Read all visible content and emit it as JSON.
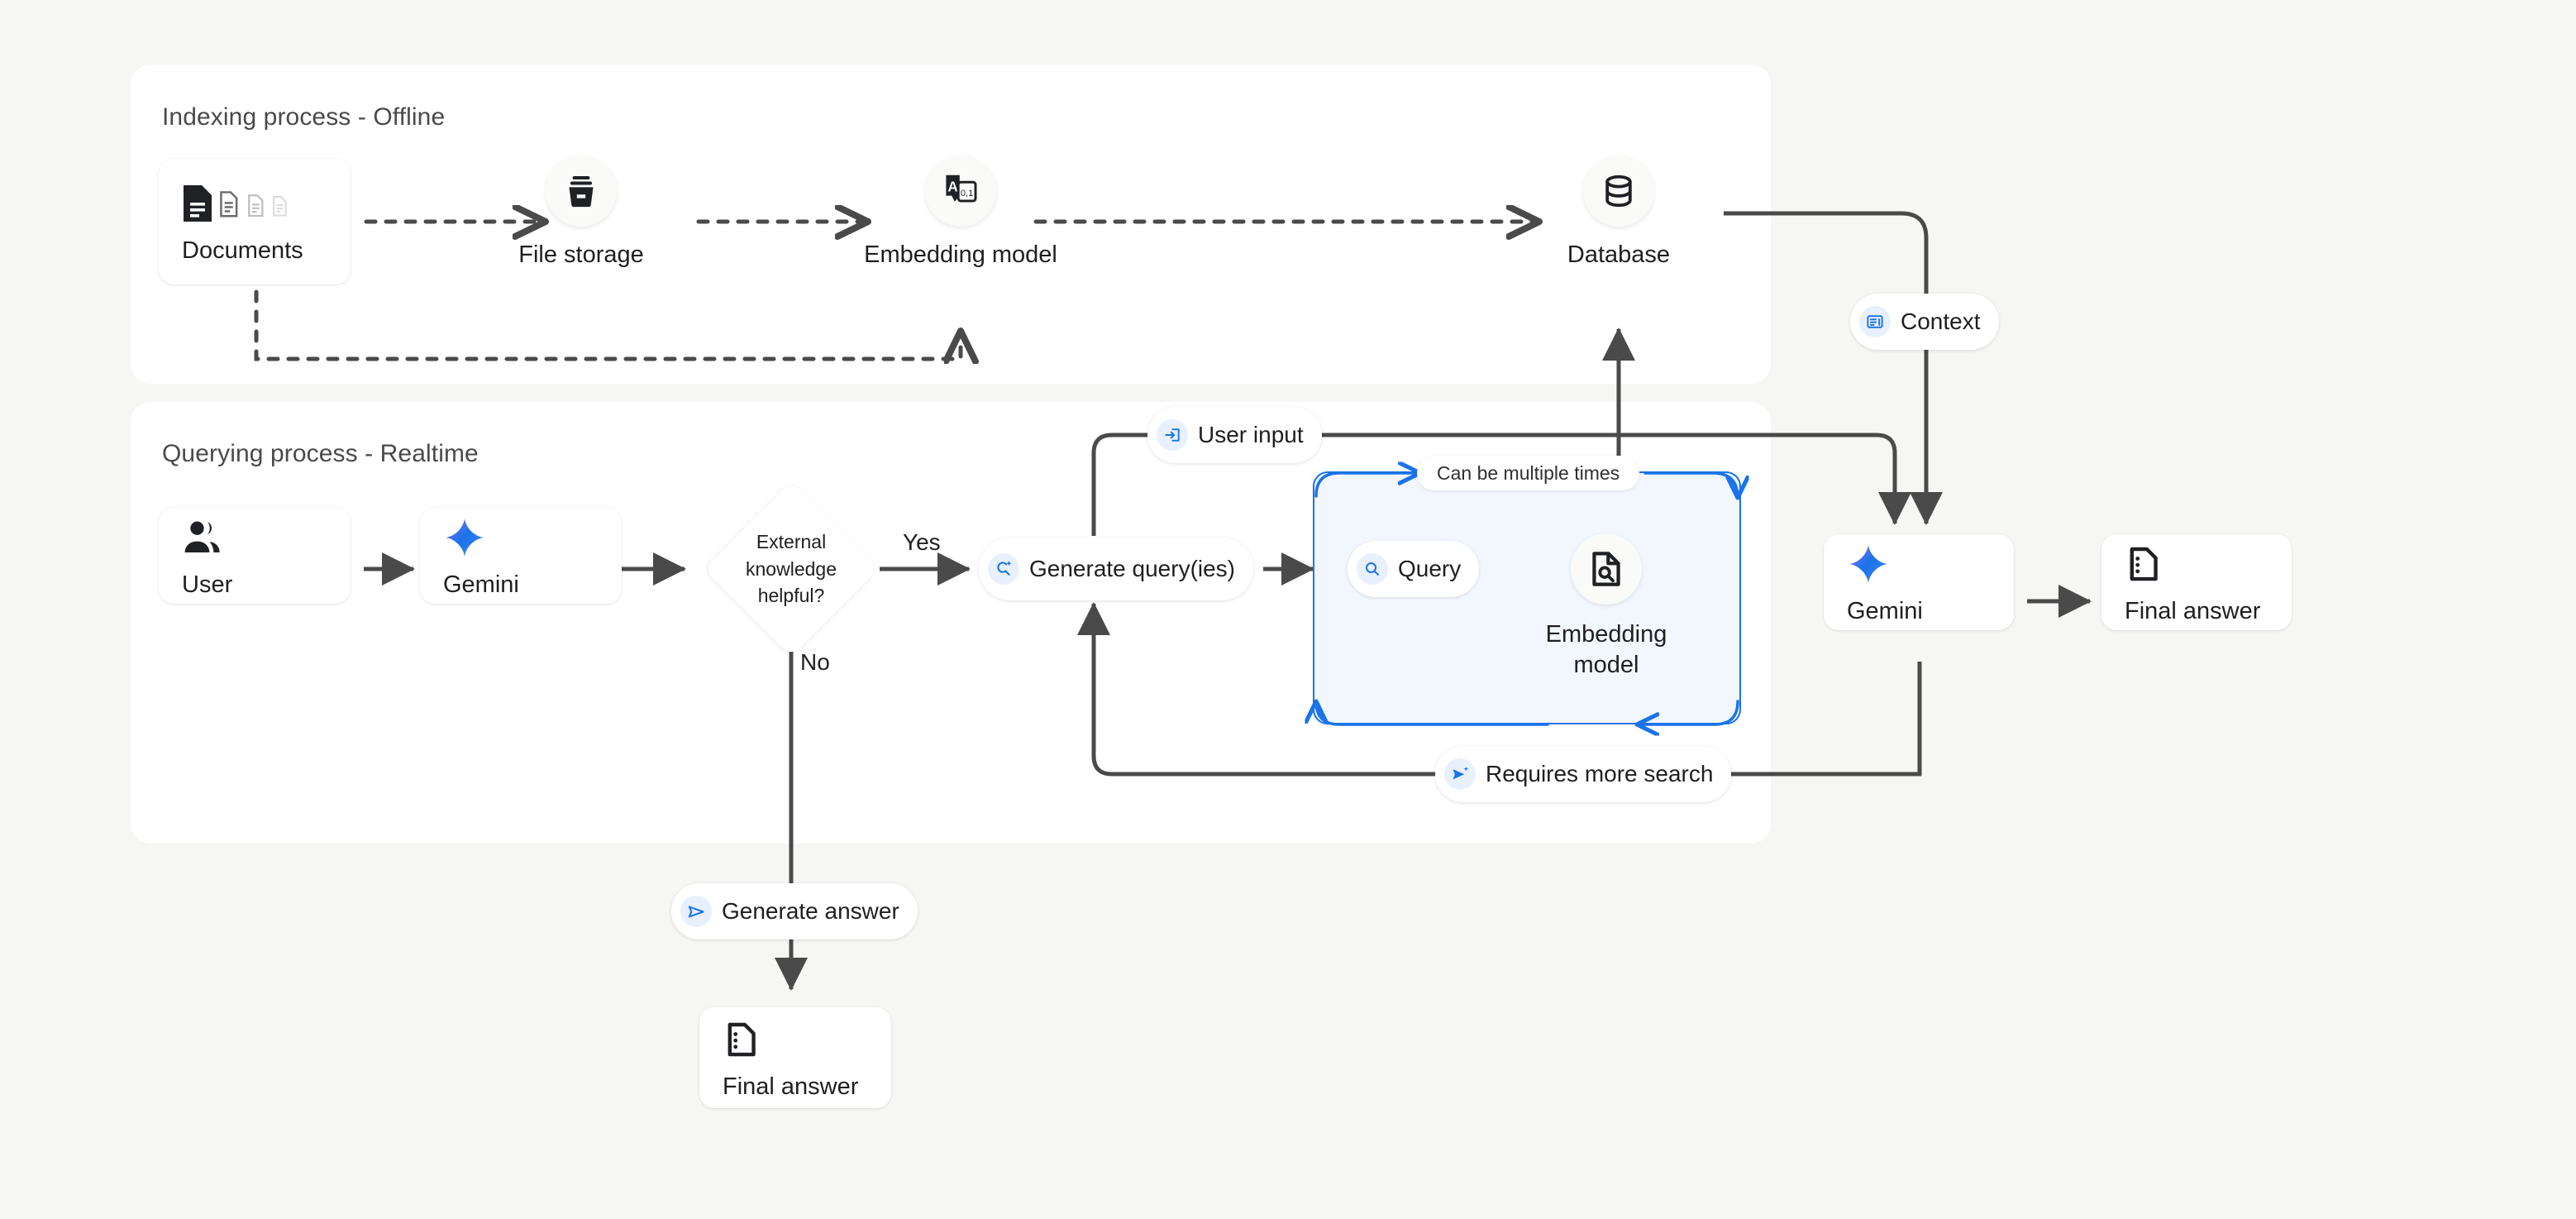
{
  "colors": {
    "background": "#f6f6f4",
    "panel": "#ffffff",
    "arrow": "#4a4a4a",
    "accent_blue": "#1a73e8",
    "loop_fill": "#f2f7fe",
    "icon_dark": "#202124",
    "pill_icon_bg": "#e8f0fe",
    "gemini_from": "#9b6dff",
    "gemini_to": "#1a73e8"
  },
  "indexing": {
    "title": "Indexing process - Offline",
    "nodes": {
      "documents": {
        "label": "Documents",
        "icon": "documents-icon"
      },
      "file_storage": {
        "label": "File storage",
        "icon": "file-storage-icon"
      },
      "embedding_model": {
        "label": "Embedding model",
        "icon": "embedding-model-icon"
      },
      "database": {
        "label": "Database",
        "icon": "database-icon"
      }
    }
  },
  "querying": {
    "title": "Querying process - Realtime",
    "nodes": {
      "user": {
        "label": "User",
        "icon": "user-group-icon"
      },
      "gemini_left": {
        "label": "Gemini",
        "icon": "gemini-sparkle-icon"
      },
      "decision": {
        "label": "External knowledge helpful?",
        "lines": [
          "External",
          "knowledge",
          "helpful?"
        ]
      },
      "embedding_model": {
        "label": "Embedding model",
        "lines": [
          "Embedding",
          "model"
        ],
        "icon": "document-search-icon"
      },
      "gemini_right": {
        "label": "Gemini",
        "icon": "gemini-sparkle-icon"
      },
      "final_answer_right": {
        "label": "Final answer",
        "icon": "final-answer-icon"
      },
      "final_answer_bottom": {
        "label": "Final answer",
        "icon": "final-answer-icon"
      }
    },
    "pills": {
      "generate_queries": {
        "label": "Generate query(ies)",
        "icon": "search-sparkle-icon"
      },
      "query": {
        "label": "Query",
        "icon": "search-icon"
      },
      "user_input": {
        "label": "User input",
        "icon": "login-icon"
      },
      "requires_more_search": {
        "label": "Requires more search",
        "icon": "send-sparkle-icon"
      },
      "context": {
        "label": "Context",
        "icon": "article-icon"
      },
      "generate_answer": {
        "label": "Generate answer",
        "icon": "send-icon"
      },
      "can_be_multiple_times": {
        "label": "Can be multiple times",
        "icon": null
      }
    },
    "edge_labels": {
      "yes": "Yes",
      "no": "No"
    }
  }
}
